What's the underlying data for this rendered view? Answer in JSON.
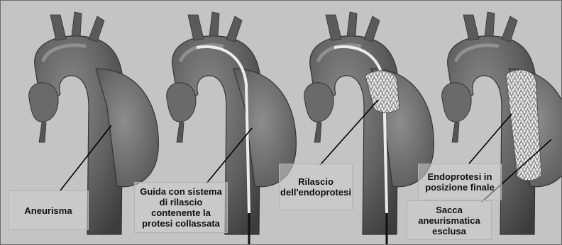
{
  "panels": [
    {
      "name": "aneurysm",
      "label": "Aneurisma"
    },
    {
      "name": "delivery-guide",
      "label": "Guida con sistema\ndi rilascio\ncontenente la\nprotesi collassata"
    },
    {
      "name": "graft-release",
      "label": "Rilascio\ndell'endoprotesi"
    },
    {
      "name": "final-position",
      "label": "Endoprotesi in\nposizione finale",
      "label2": "Sacca\naneurismatica\nesclusa"
    }
  ],
  "colors": {
    "background": "#c4c4c4",
    "vessel": "#5f5f5f",
    "vessel_dark": "#3c3c3c",
    "aneurysm_sac": "#6f6f6f",
    "guide_wire": "#ececec",
    "stent": "#e6e6e6",
    "pointer": "#000000"
  }
}
